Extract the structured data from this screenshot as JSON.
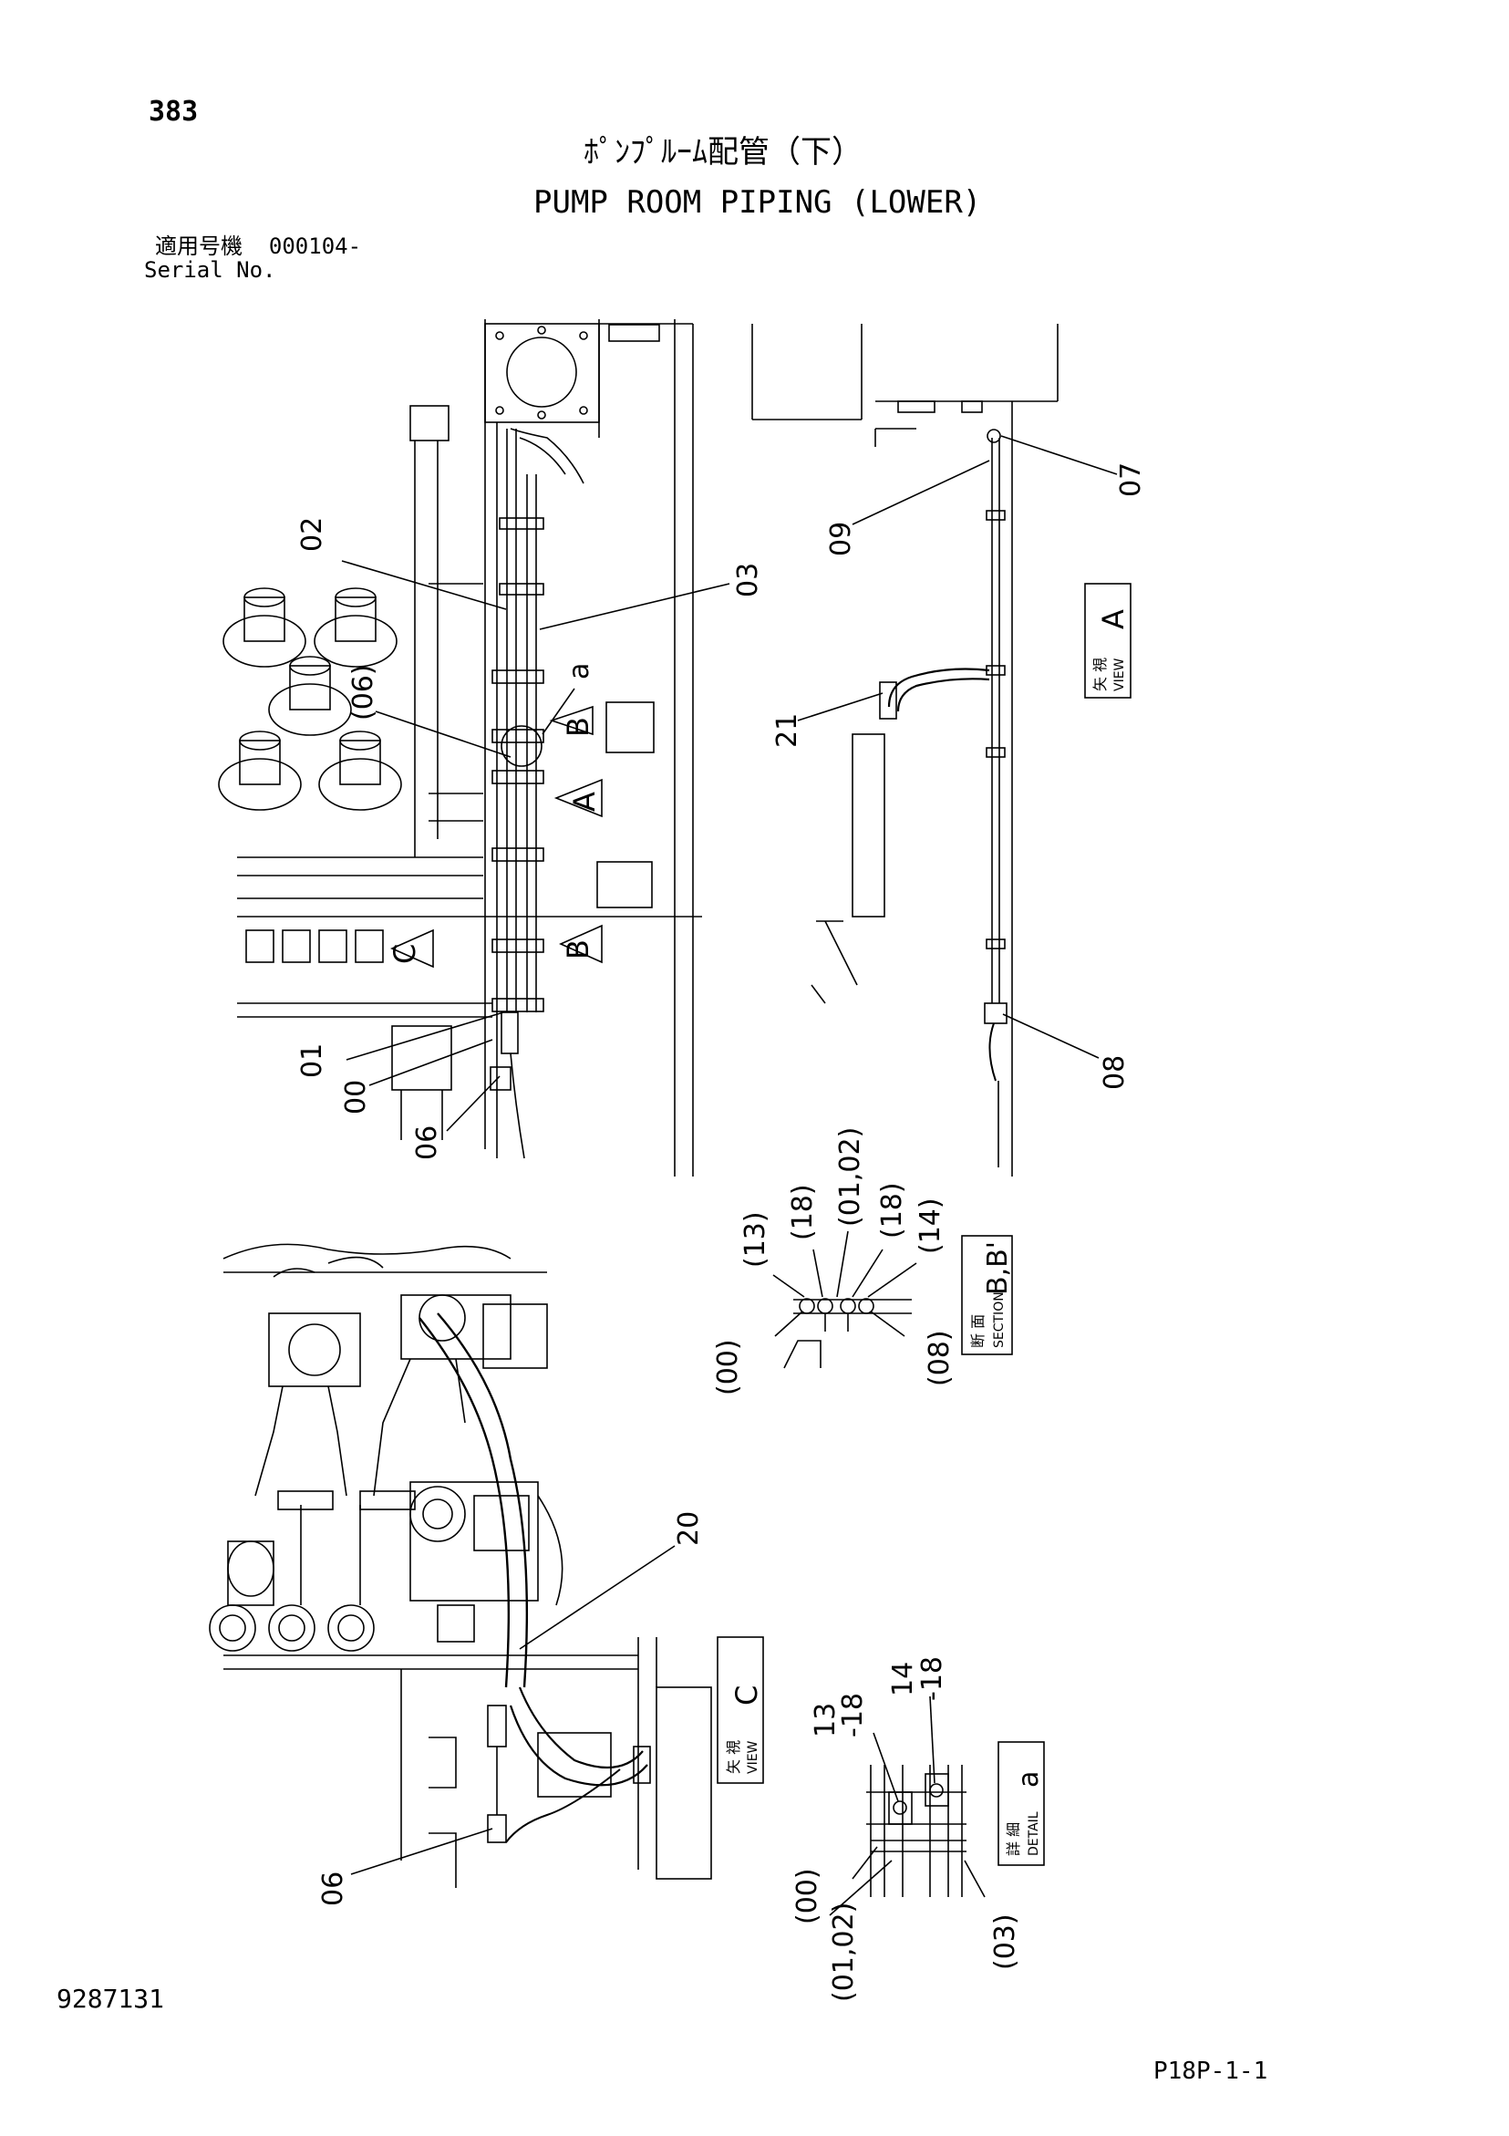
{
  "header": {
    "page_number": "383",
    "title_ja": "ﾎﾟﾝﾌﾟﾙｰﾑ配管（下）",
    "title_en": "PUMP ROOM PIPING (LOWER)",
    "serial_label_ja": "適用号機",
    "serial_value": "000104-",
    "serial_label_en": "Serial No."
  },
  "footer": {
    "doc_number": "9287131",
    "page_code": "P18P-1-1"
  },
  "callouts": {
    "c02": "02",
    "c03": "03",
    "c06a": "(06)",
    "a_label": "a",
    "b_arrow": "B",
    "a_arrow": "A",
    "c_arrow": "C",
    "b_arrow2": "B",
    "c01": "01",
    "c00": "00",
    "c06b": "06",
    "c07": "07",
    "c09": "09",
    "c21": "21",
    "c08": "08",
    "c20": "20",
    "c06c": "06"
  },
  "section_b": {
    "c13": "(13)",
    "c18a": "(18)",
    "c0102": "(01,02)",
    "c18b": "(18)",
    "c14": "(14)",
    "c00": "(00)",
    "c08": "(08)"
  },
  "detail_a": {
    "c14_18": "14",
    "c14_18b": "-18",
    "c13_18": "13",
    "c13_18b": "-18",
    "c00": "(00)",
    "c0102": "(01,02)",
    "c03": "(03)"
  },
  "view_labels": {
    "view_a_ja": "矢 視",
    "view_a_en": "VIEW",
    "view_a_letter": "A",
    "section_ja": "断 面",
    "section_en": "SECTION",
    "section_letters": "B,B'",
    "view_c_ja": "矢 視",
    "view_c_en": "VIEW",
    "view_c_letter": "C",
    "detail_ja": "詳 細",
    "detail_en": "DETAIL",
    "detail_letter": "a"
  }
}
